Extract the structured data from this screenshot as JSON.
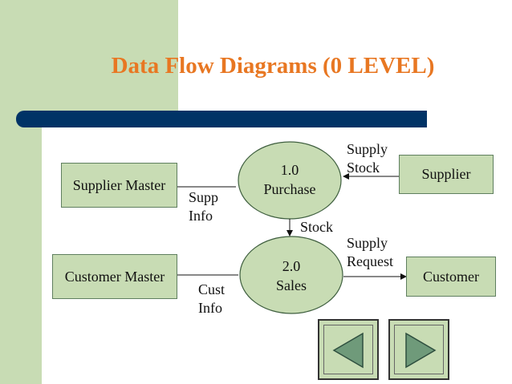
{
  "title": "Data Flow Diagrams (0 LEVEL)",
  "entities": {
    "supplier_master": "Supplier Master",
    "supplier": "Supplier",
    "customer_master": "Customer Master",
    "customer": "Customer"
  },
  "processes": {
    "purchase": {
      "number": "1.0",
      "name": "Purchase"
    },
    "sales": {
      "number": "2.0",
      "name": "Sales"
    }
  },
  "flows": {
    "supply_stock_1": "Supply",
    "supply_stock_2": "Stock",
    "supp_info_1": "Supp",
    "supp_info_2": "Info",
    "stock": "Stock",
    "supply_request_1": "Supply",
    "supply_request_2": "Request",
    "cust_info_1": "Cust",
    "cust_info_2": "Info"
  },
  "colors": {
    "title": "#e87722",
    "bar": "#003366",
    "shape_fill": "#c8dcb4"
  },
  "nav": {
    "prev_icon": "triangle-left-icon",
    "next_icon": "triangle-right-icon"
  }
}
